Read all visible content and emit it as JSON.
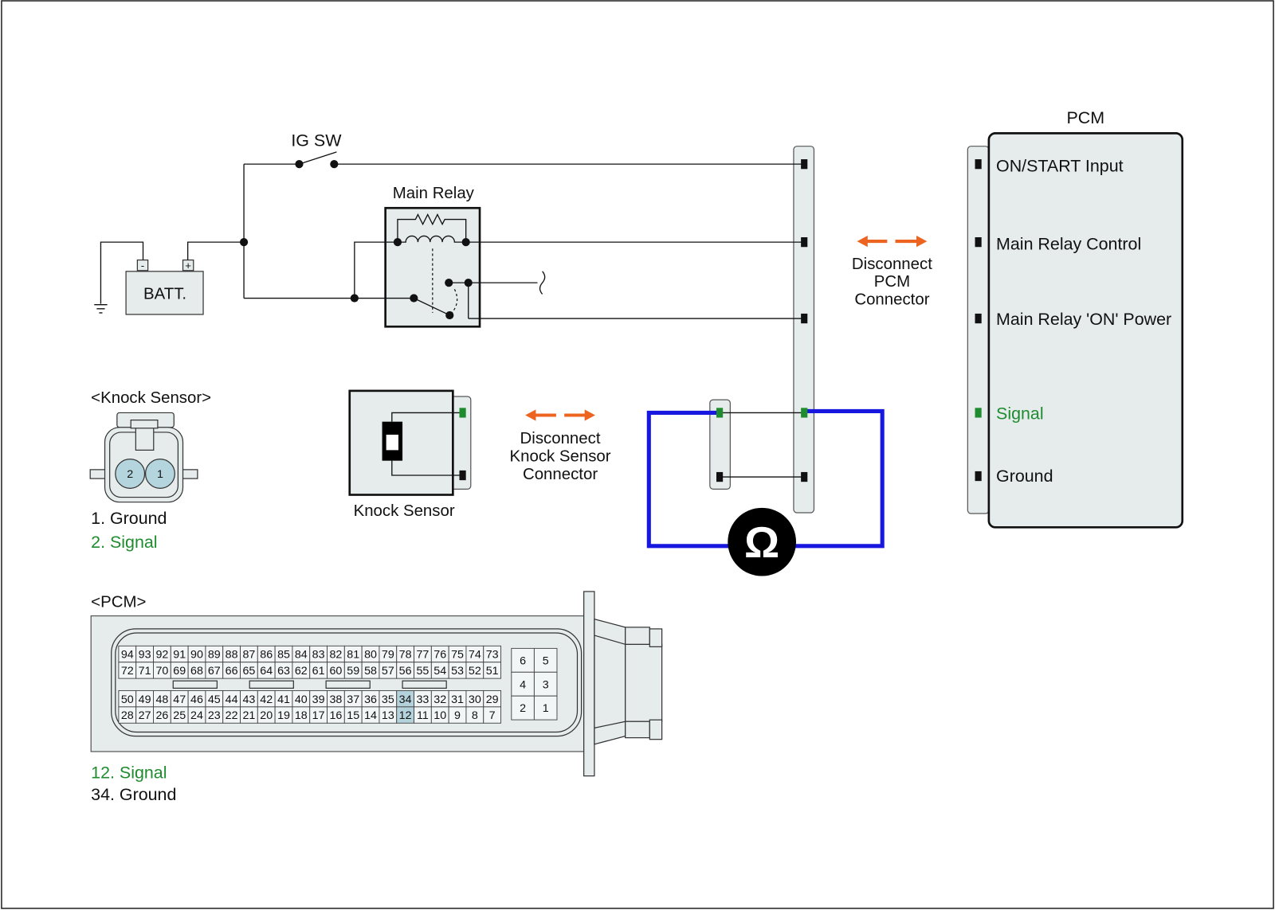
{
  "ignition_switch": {
    "label": "IG SW"
  },
  "battery": {
    "label": "BATT.",
    "negative_terminal": "-",
    "positive_terminal": "+"
  },
  "main_relay": {
    "label": "Main Relay"
  },
  "disconnect_pcm_connector": {
    "lines": [
      "Disconnect",
      "PCM",
      "Connector"
    ]
  },
  "disconnect_knock_sensor_connector": {
    "lines": [
      "Disconnect",
      "Knock Sensor",
      "Connector"
    ]
  },
  "pcm_module": {
    "title": "PCM",
    "pins": [
      "ON/START Input",
      "Main Relay Control",
      "Main Relay 'ON' Power",
      "Signal",
      "Ground"
    ]
  },
  "knock_sensor_connector": {
    "title": "<Knock Sensor>",
    "terminals": [
      "2",
      "1"
    ],
    "legend": [
      "1. Ground",
      "2. Signal"
    ]
  },
  "knock_sensor": {
    "label": "Knock Sensor"
  },
  "ohmmeter": {
    "symbol": "Ω"
  },
  "pcm_connector": {
    "title": "<PCM>",
    "main_block_rows": [
      [
        94,
        93,
        92,
        91,
        90,
        89,
        88,
        87,
        86,
        85,
        84,
        83,
        82,
        81,
        80,
        79,
        78,
        77,
        76,
        75,
        74,
        73
      ],
      [
        72,
        71,
        70,
        69,
        68,
        67,
        66,
        65,
        64,
        63,
        62,
        61,
        60,
        59,
        58,
        57,
        56,
        55,
        54,
        53,
        52,
        51
      ],
      [
        50,
        49,
        48,
        47,
        46,
        45,
        44,
        43,
        42,
        41,
        40,
        39,
        38,
        37,
        36,
        35,
        34,
        33,
        32,
        31,
        30,
        29
      ],
      [
        28,
        27,
        26,
        25,
        24,
        23,
        22,
        21,
        20,
        19,
        18,
        17,
        16,
        15,
        14,
        13,
        12,
        11,
        10,
        9,
        8,
        7
      ]
    ],
    "aux_block_rows": [
      [
        6,
        5
      ],
      [
        4,
        3
      ],
      [
        2,
        1
      ]
    ],
    "highlighted_pins": [
      34,
      12
    ],
    "legend": [
      "12. Signal",
      "34. Ground"
    ]
  },
  "colors": {
    "signal_green": "#1e8c2e",
    "ohmmeter_lead_blue": "#1717e0",
    "disconnect_arrow_orange": "#ec6420",
    "panel_fill": "#e6ecec",
    "highlighted_pin": "#b4d2dc",
    "terminal_fill": "#b4d4de"
  }
}
